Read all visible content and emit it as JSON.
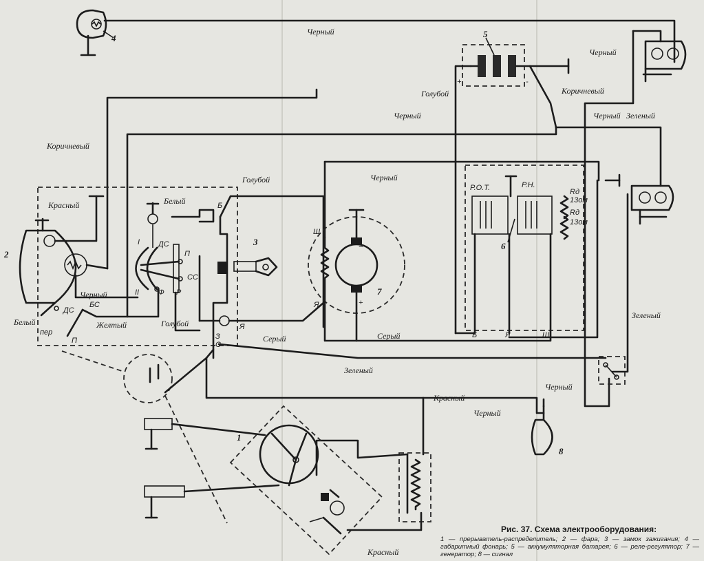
{
  "wire_labels": {
    "black_top": "Черный",
    "black_upper_right": "Черный",
    "brown_battery": "Коричневый",
    "blue_battery": "Голубой",
    "black_mid": "Черный",
    "black_right": "Черный",
    "green_right": "Зеленый",
    "brown_left": "Коричневый",
    "black_generator": "Черный",
    "blue_switch": "Голубой",
    "red_headlight": "Красный",
    "white_switch": "Белый",
    "black_headlight": "Черный",
    "white_headlight": "Белый",
    "yellow": "Желтый",
    "blue_lower": "Голубой",
    "grey_left": "Серый",
    "grey_right": "Серый",
    "green_lower": "Зеленый",
    "green_far_right": "Зеленый",
    "red_lower": "Красный",
    "black_signal": "Черный",
    "black_signal2": "Черный",
    "red_bottom": "Красный"
  },
  "component_numbers": {
    "breaker": "1",
    "headlight": "2",
    "ignition_lock": "3",
    "parking_light": "4",
    "battery": "5",
    "regulator": "6",
    "generator": "7",
    "signal": "8"
  },
  "terminals": {
    "b_switch": "Б",
    "dc": "ДС",
    "dc2": "ДС",
    "bs": "БС",
    "per": "пер",
    "p": "П",
    "p2": "П",
    "cc": "СС",
    "r": "Р",
    "f": "Ф",
    "i": "I",
    "ii": "II",
    "ya": "Я",
    "z_s": "З",
    "s": "С",
    "sh_gen": "Ш",
    "ya_gen": "Я",
    "b_reg": "Б",
    "ya_reg": "Я",
    "sh_reg": "Ш",
    "rot": "Р.О.Т.",
    "rn": "Р.Н.",
    "rd1": "Rд",
    "rd1_val": "13ом",
    "rd2": "Rд",
    "rd2_val": "13ом",
    "plus": "+",
    "minus": "−",
    "bat_plus": "+",
    "bat_minus": "-"
  },
  "caption": {
    "title": "Рис. 37. Схема электрооборудования:",
    "text": "1 — прерыватель-распределитель; 2 — фара; 3 — замок зажигания; 4 — габаритный фонарь; 5 — аккумуляторная батарея; 6 — реле-регулятор; 7 — генератор; 8 — сигнал"
  }
}
